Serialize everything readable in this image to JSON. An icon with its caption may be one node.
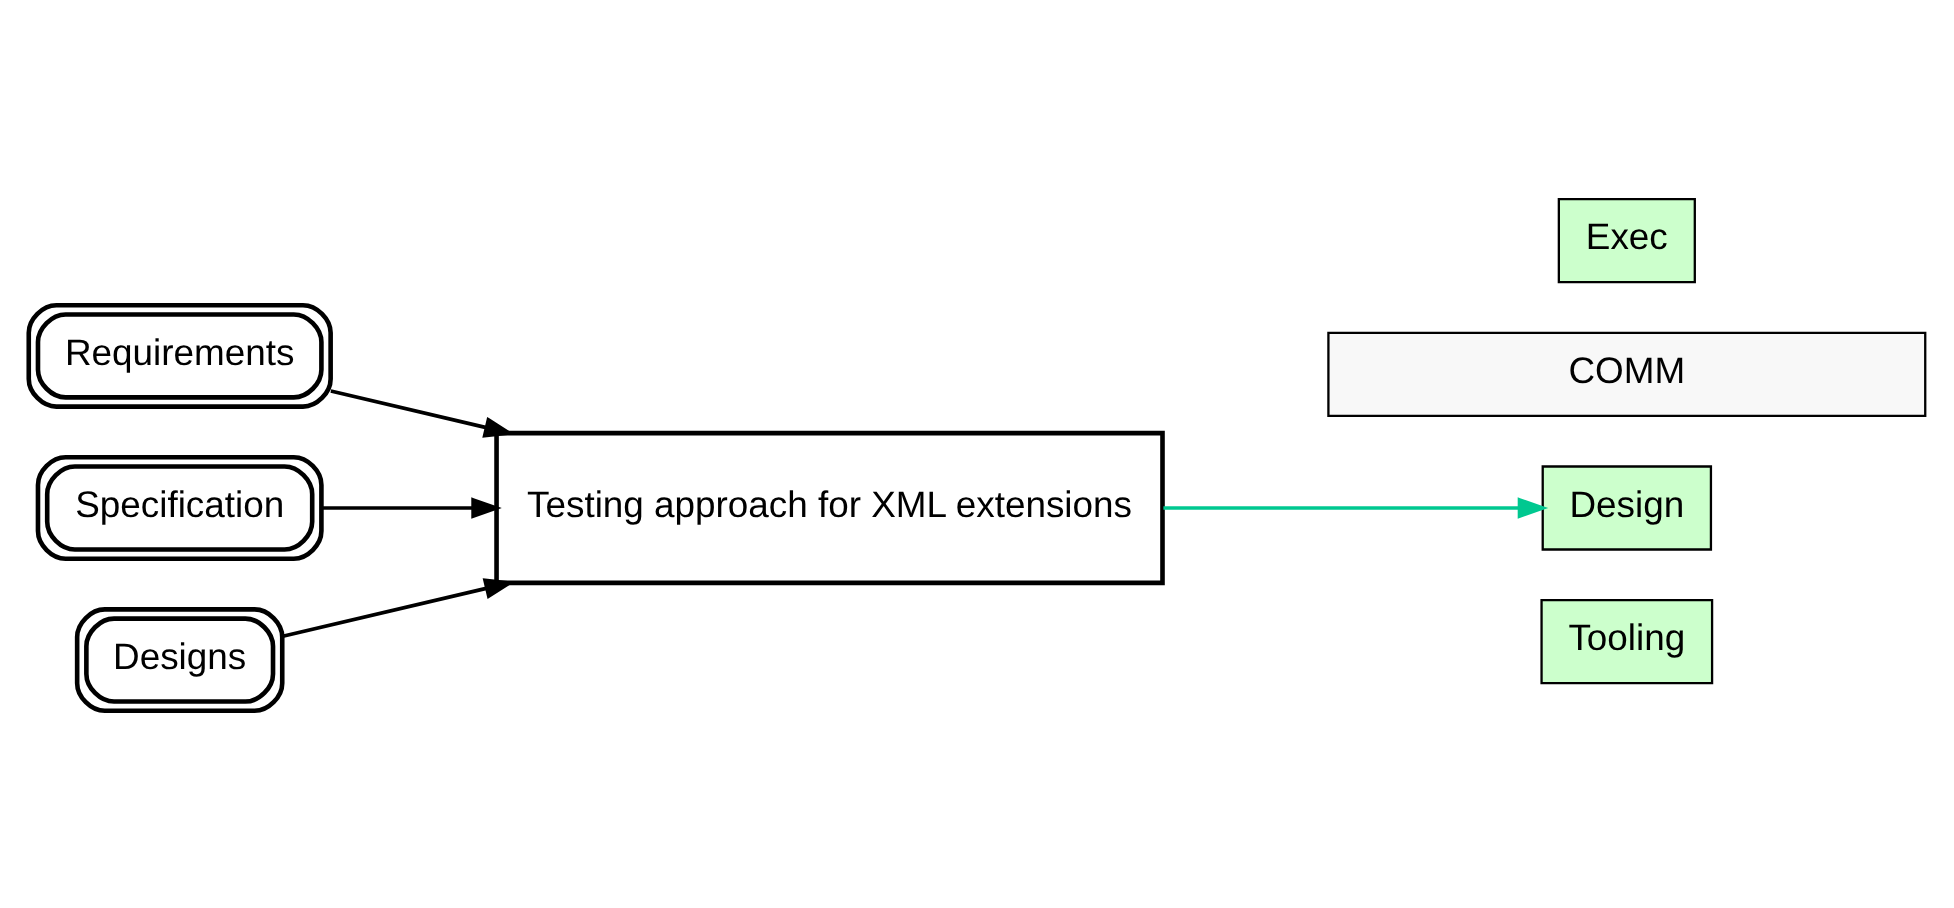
{
  "diagram": {
    "nodes": [
      {
        "text": [
          "Requirements"
        ]
      },
      {
        "text": [
          "Specification"
        ]
      },
      {
        "text": [
          "Designs"
        ]
      },
      {
        "text": [
          "Testing approach for XML extensions"
        ]
      },
      {
        "text": [
          "COMM"
        ]
      },
      {
        "text": [
          "Design"
        ]
      },
      {
        "text": [
          "Exec"
        ]
      },
      {
        "text": [
          "Tooling"
        ]
      }
    ],
    "edges": [
      {
        "from": 0,
        "to": 3,
        "arrow": "to"
      },
      {
        "from": 1,
        "to": 3,
        "arrow": "to"
      },
      {
        "from": 2,
        "to": 3,
        "arrow": "to"
      },
      {
        "from": 3,
        "to": 5,
        "arrow": "to",
        "color": "#00c890"
      }
    ]
  }
}
